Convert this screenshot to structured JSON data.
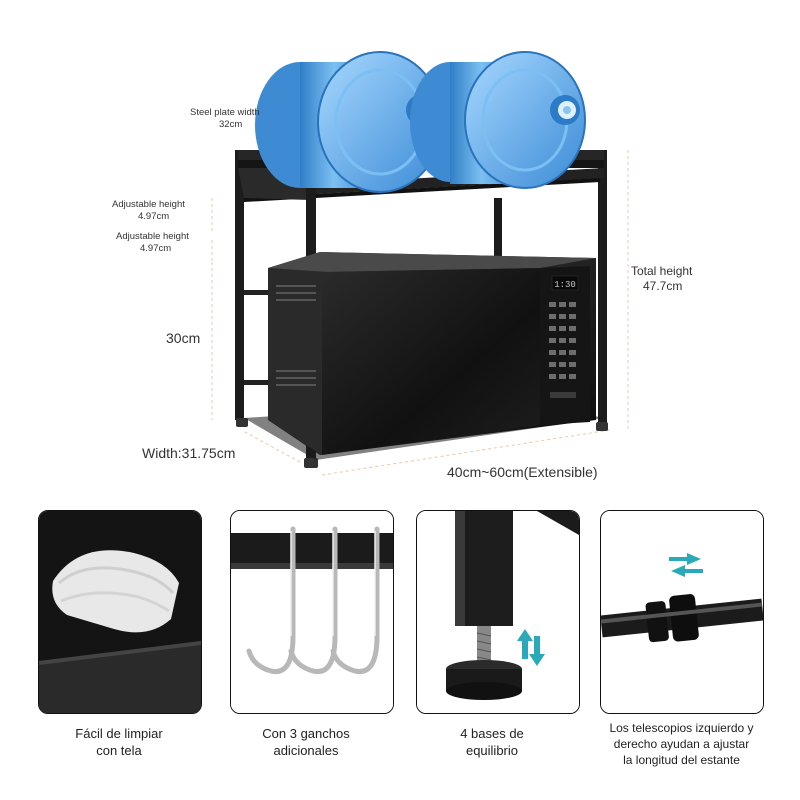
{
  "dimensions": {
    "steel_plate_label": "Steel plate width",
    "steel_plate_value": "32cm",
    "adjustable_1_label": "Adjustable height",
    "adjustable_1_value": "4.97cm",
    "adjustable_2_label": "Adjustable height",
    "adjustable_2_value": "4.97cm",
    "lower_height": "30cm",
    "total_height_label": "Total height",
    "total_height_value": "47.7cm",
    "width": "Width:31.75cm",
    "length": "40cm~60cm(Extensible)"
  },
  "microwave": {
    "display": "1:30"
  },
  "features": [
    {
      "line1": "Fácil de limpiar",
      "line2": "con tela"
    },
    {
      "line1": "Con 3 ganchos",
      "line2": "adicionales"
    },
    {
      "line1": "4 bases de",
      "line2": "equilibrio"
    },
    {
      "line1": "Los telescopios izquierdo y",
      "line2": "derecho ayudan a ajustar",
      "line3": "la longitud del estante"
    }
  ],
  "colors": {
    "frame": "#1c1c1c",
    "bottle": "#5aa6e6",
    "dimension_line": "#e8c9a6",
    "arrow": "#2aa9b8"
  }
}
